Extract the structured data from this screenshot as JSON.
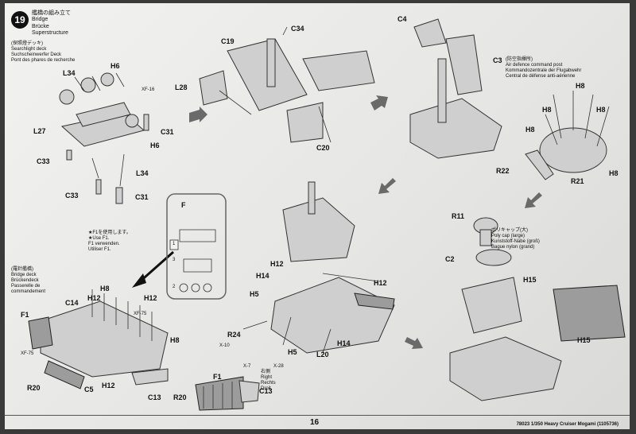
{
  "step": {
    "number": "19",
    "title_lines": [
      "艦橋の組み立て",
      "Bridge",
      "Brücke",
      "Superstructure"
    ]
  },
  "notes": {
    "searchlight": [
      "(探照燈デッキ)",
      "Searchlight deck",
      "Suchscheinwerfer Deck",
      "Pont des phares de recherche"
    ],
    "air_defence": [
      "(防空指揮所)",
      "Air defence command post",
      "Kommandozentrale der Flugabwehr",
      "Central de défense anti-aérienne"
    ],
    "bridge_deck": [
      "(羅針艦橋)",
      "Bridge deck",
      "Brückendeck",
      "Passerelle de",
      "commandement"
    ],
    "use_f1": [
      "★F1を使用します。",
      "★Use F1.",
      "F1 verwenden.",
      "Utiliser F1."
    ],
    "polycap": [
      "ポリキャップ(大)",
      "Poly cap (large)",
      "Kunststoff-Nabe (groß)",
      "Bague nylon (grand)"
    ],
    "right": [
      "右側",
      "Right",
      "Rechts",
      "Droit"
    ]
  },
  "labels": {
    "L34a": "L34",
    "H6a": "H6",
    "XF16": "XF-16",
    "L27": "L27",
    "C31a": "C31",
    "H6b": "H6",
    "C33a": "C33",
    "L34b": "L34",
    "C33b": "C33",
    "C31b": "C31",
    "C19": "C19",
    "C34": "C34",
    "L28": "L28",
    "C20": "C20",
    "C4": "C4",
    "C3": "C3",
    "H8a": "H8",
    "H8b": "H8",
    "H8c": "H8",
    "H8d": "H8",
    "H8e": "H8",
    "R22": "R22",
    "R21": "R21",
    "F": "F",
    "sprue1": "1",
    "sprue2": "2",
    "sprue3": "3",
    "H8f": "H8",
    "C14": "C14",
    "H12a": "H12",
    "H12b": "H12",
    "F1a": "F1",
    "XF75a": "XF-75",
    "XF75b": "XF-75",
    "H8g": "H8",
    "R20a": "R20",
    "C5": "C5",
    "H12c": "H12",
    "C13a": "C13",
    "H12d": "H12",
    "H14a": "H14",
    "H12e": "H12",
    "H5a": "H5",
    "R24": "R24",
    "X10": "X-10",
    "H5b": "H5",
    "L20": "L20",
    "H14b": "H14",
    "X7": "X-7",
    "X28": "X-28",
    "F1b": "F1",
    "R20b": "R20",
    "C13b": "C13",
    "R11": "R11",
    "C2": "C2",
    "H15a": "H15",
    "H15b": "H15"
  },
  "page_number": "16",
  "footer": "78023 1/350 Heavy Cruiser Mogami (1105736)"
}
